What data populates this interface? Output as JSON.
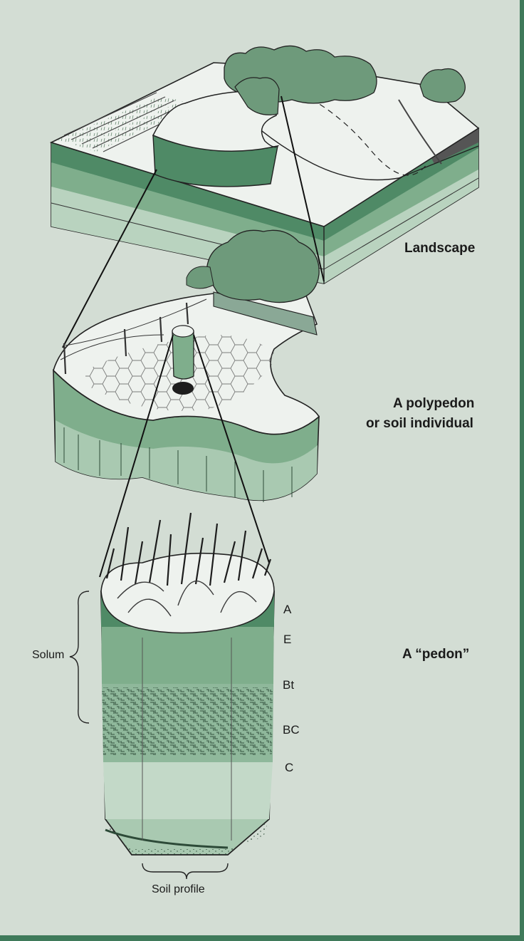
{
  "labels": {
    "landscape": "Landscape",
    "polypedon_line1": "A polypedon",
    "polypedon_line2": "or soil individual",
    "pedon": "A “pedon”",
    "solum": "Solum",
    "soil_profile": "Soil profile"
  },
  "horizons": [
    "A",
    "E",
    "Bt",
    "BC",
    "C"
  ],
  "colors": {
    "background": "#d3ddd4",
    "border_accent": "#3f7a5a",
    "soil_dark": "#4f8a66",
    "soil_mid": "#7fae8c",
    "soil_light": "#a9c9b1",
    "surface": "#eef2ee",
    "ink": "#1a1a1a"
  }
}
